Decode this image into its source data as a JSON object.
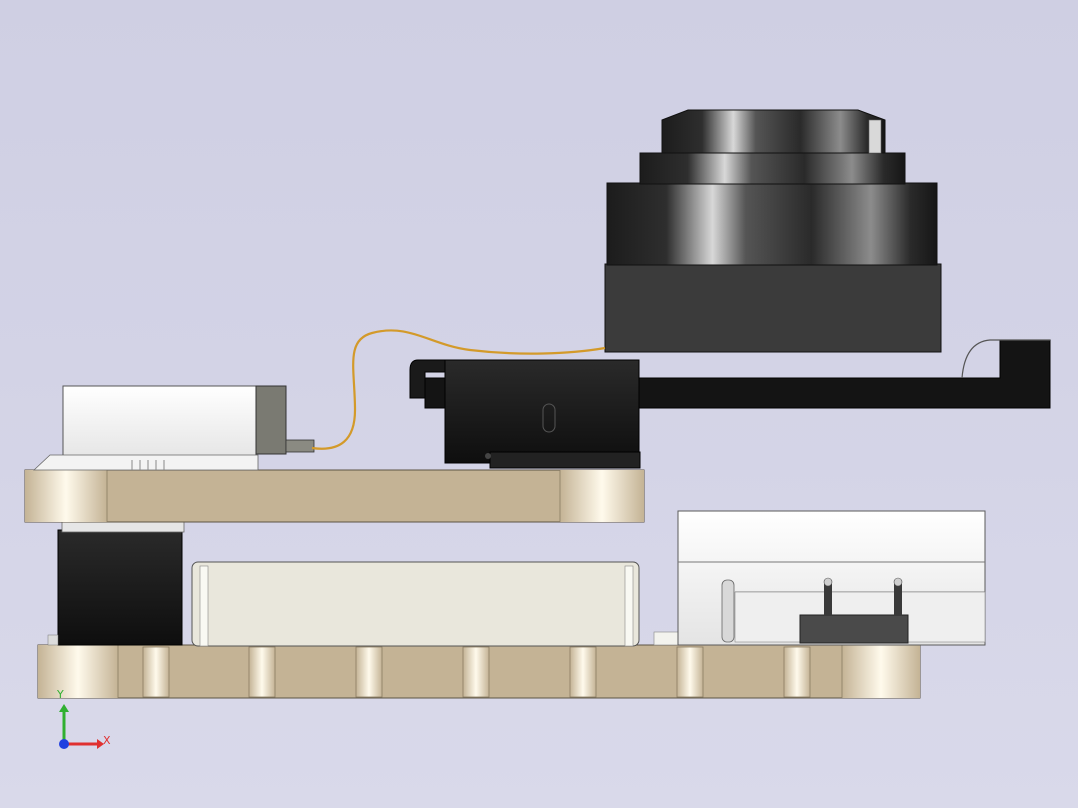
{
  "scene": {
    "view": "side view",
    "background": "#d3d3e6"
  },
  "colors": {
    "tan": "#c4b395",
    "tan_light": "#efe6cf",
    "white_part": "#f6f6f6",
    "cream_part": "#e9e7dc",
    "black_part": "#141414",
    "dark_grey": "#3a3a3a",
    "wire": "#d39a2a"
  },
  "triad": {
    "x_label": "X",
    "y_label": "Y",
    "x_color": "#e03030",
    "y_color": "#30b030",
    "z_color": "#2040e0"
  }
}
